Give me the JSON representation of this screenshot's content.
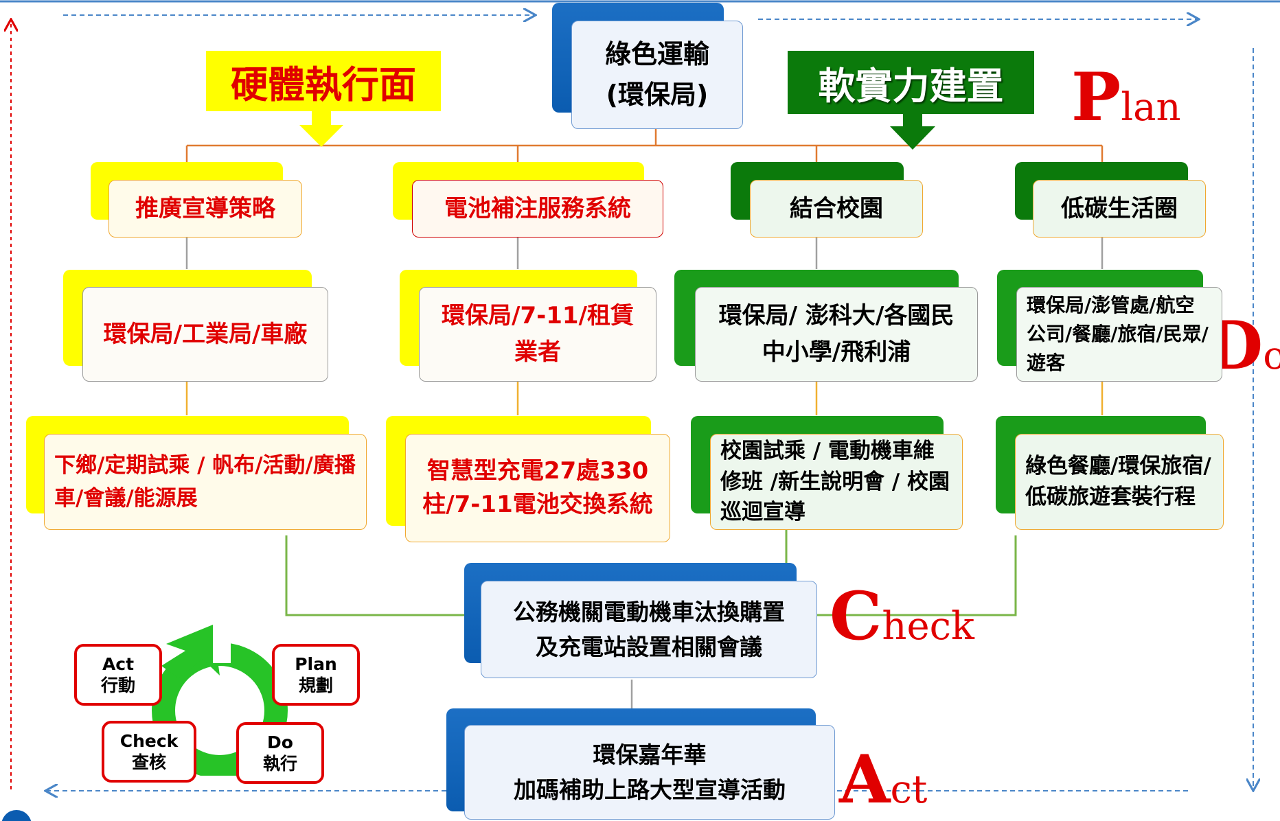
{
  "top": {
    "line1": "綠色運輸",
    "line2": "(環保局)"
  },
  "hardware_label": "硬體執行面",
  "software_label": "軟實力建置",
  "pdca_labels": {
    "plan": {
      "initial": "P",
      "rest": "lan"
    },
    "do": {
      "initial": "D",
      "rest": "o"
    },
    "check": {
      "initial": "C",
      "rest": "heck"
    },
    "act": {
      "initial": "A",
      "rest": "ct"
    }
  },
  "columns": [
    {
      "title": "推廣宣導策略",
      "who": "環保局/工業局/車廠",
      "what": "下鄉/定期試乘 / 帆布/活動/廣播車/會議/能源展"
    },
    {
      "title": "電池補注服務系統",
      "who": "環保局/7-11/租賃業者",
      "what": "智慧型充電27處330柱/7-11電池交換系統"
    },
    {
      "title": "結合校園",
      "who": "環保局/ 澎科大/各國民中小學/飛利浦",
      "what": "校園試乘 / 電動機車維修班 /新生說明會 / 校園巡迴宣導"
    },
    {
      "title": "低碳生活圈",
      "who": "環保局/澎管處/航空公司/餐廳/旅宿/民眾/遊客",
      "what": "綠色餐廳/環保旅宿/低碳旅遊套裝行程"
    }
  ],
  "check_box": {
    "line1": "公務機關電動機車汰換購置",
    "line2": "及充電站設置相關會議"
  },
  "act_box": {
    "line1": "環保嘉年華",
    "line2": "加碼補助上路大型宣導活動"
  },
  "cycle": {
    "act": {
      "en": "Act",
      "zh": "行動"
    },
    "plan": {
      "en": "Plan",
      "zh": "規劃"
    },
    "check": {
      "en": "Check",
      "zh": "查核"
    },
    "do": {
      "en": "Do",
      "zh": "執行"
    }
  },
  "colors": {
    "red": "#e00000",
    "yellow": "#ffff00",
    "green": "#1a9c1a",
    "dark_green": "#0b7a0b",
    "blue": "#0b5cb0",
    "connector": "#e07a30"
  }
}
